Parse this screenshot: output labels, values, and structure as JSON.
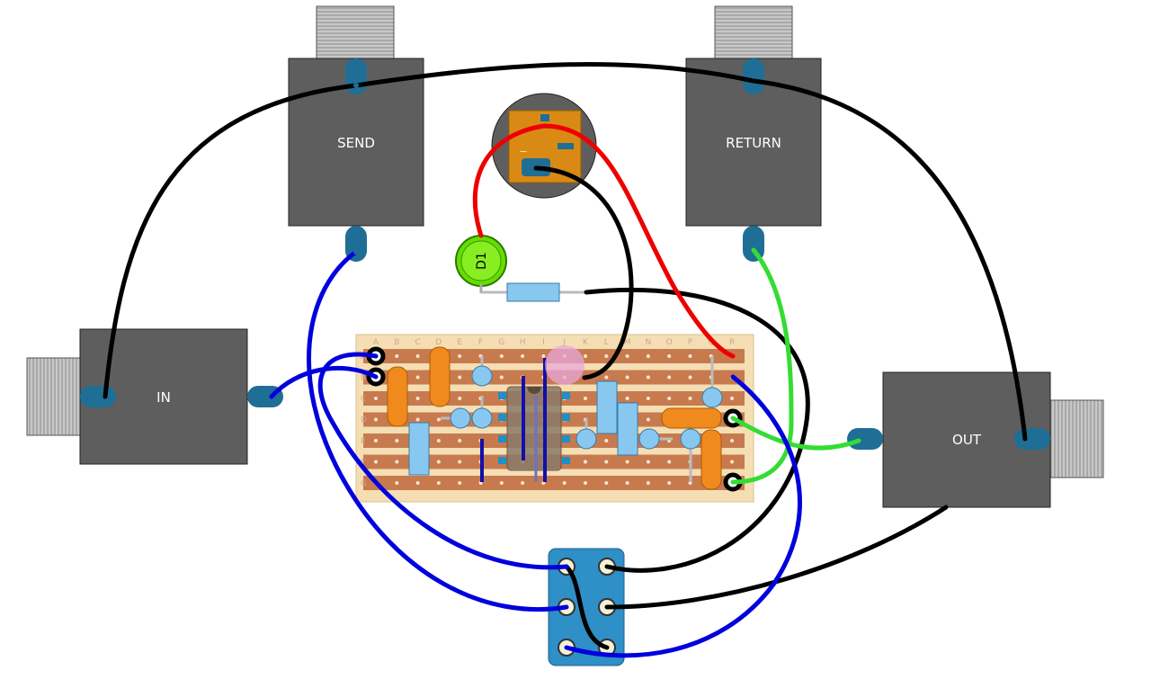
{
  "jacks": {
    "send": "SEND",
    "return": "RETURN",
    "in": "IN",
    "out": "OUT"
  },
  "led": {
    "label": "D1"
  },
  "dc_jack": {
    "plus": "+",
    "minus": "−"
  },
  "stripboard": {
    "columns": [
      "A",
      "B",
      "C",
      "D",
      "E",
      "F",
      "G",
      "H",
      "I",
      "J",
      "K",
      "L",
      "M",
      "N",
      "O",
      "P",
      "Q",
      "R"
    ],
    "rows": [
      "A",
      "B",
      "C",
      "D",
      "E",
      "F",
      "G"
    ]
  },
  "colors": {
    "wire_black": "#000000",
    "wire_blue": "#0000dd",
    "wire_red": "#ee0000",
    "wire_green": "#33dd33",
    "jack_body": "#5e5e5e",
    "board_base": "#f5deb3",
    "strip": "#c87a4f",
    "capacitor_orange": "#f08a1c",
    "component_blue": "#88c8f0",
    "led_green": "#66dd00",
    "switch_blue": "#2f8fc7"
  }
}
